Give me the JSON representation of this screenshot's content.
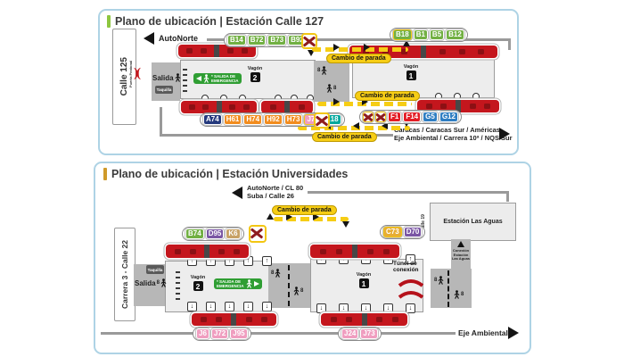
{
  "colors": {
    "panel1_accent": "#8dc63f",
    "panel2_accent": "#cf9a2a",
    "bus_red": "#c4161d",
    "highlight_yellow": "#f6cd15",
    "closed_x_red": "#8e1b1e"
  },
  "panel1": {
    "title": "Plano de ubicación | Estación Calle 127",
    "street_left": "Calle 125",
    "road_top": "AutoNorte",
    "road_bottom_line1": "Caracas / Caracas Sur / Américas",
    "road_bottom_line2": "Eje Ambiental / Carrera 10ª / NQS Sur",
    "change_label": "Cambio de parada",
    "exit_label": "Salida",
    "ticket_label": "Taquilla",
    "gate_label": "Puerta Peatonal",
    "emergency_line1": "* SALIDA DE",
    "emergency_line2": "EMERGENCIA",
    "wagon_word": "Vagón",
    "wagon1_num": "1",
    "wagon2_num": "2",
    "badges_top_left": [
      {
        "label": "B14",
        "bg": "#72b043"
      },
      {
        "label": "B72",
        "bg": "#72b043"
      },
      {
        "label": "B73",
        "bg": "#72b043"
      },
      {
        "label": "B92",
        "bg": "#72b043"
      }
    ],
    "badges_top_right": [
      {
        "label": "B18",
        "bg": "#72b043",
        "hl": true
      },
      {
        "label": "B1",
        "bg": "#72b043"
      },
      {
        "label": "B5",
        "bg": "#72b043"
      },
      {
        "label": "B12",
        "bg": "#72b043"
      }
    ],
    "badges_bottom_left": [
      {
        "label": "A74",
        "bg": "#24397d"
      },
      {
        "label": "H61",
        "bg": "#f28c1e"
      },
      {
        "label": "H74",
        "bg": "#f28c1e"
      },
      {
        "label": "H92",
        "bg": "#f28c1e"
      },
      {
        "label": "H73",
        "bg": "#f28c1e"
      },
      {
        "label": "J70",
        "bg": "#f09ec0",
        "hl": true
      },
      {
        "label": "L18",
        "bg": "#00a79d"
      }
    ],
    "badges_bottom_right": [
      {
        "x": true
      },
      {
        "x": true
      },
      {
        "label": "F1",
        "bg": "#e31d25"
      },
      {
        "label": "F14",
        "bg": "#e31d25"
      },
      {
        "label": "G5",
        "bg": "#2f7ec2"
      },
      {
        "label": "G12",
        "bg": "#2f7ec2"
      }
    ]
  },
  "panel2": {
    "title": "Plano de ubicación | Estación Universidades",
    "street_left": "Carrera 3 - Calle 22",
    "road_top_line1": "AutoNorte / CL 80",
    "road_top_line2": "Suba / Calle 26",
    "road_right": "Eje Ambiental",
    "street_calle19": "Calle 19",
    "las_aguas": "Estación Las Aguas",
    "connection_line1": "Conexión",
    "connection_line2": "Estación",
    "connection_line3": "Las Aguas",
    "tunnel_line1": "Túnel de",
    "tunnel_line2": "conexión",
    "change_label": "Cambio de parada",
    "exit_label": "Salida",
    "ticket_label": "Taquilla",
    "emergency_line1": "* SALIDA DE",
    "emergency_line2": "EMERGENCIA",
    "wagon_word": "Vagón",
    "wagon1_num": "1",
    "wagon2_num": "2",
    "badges_top_left": [
      {
        "label": "B74",
        "bg": "#72b043"
      },
      {
        "label": "D95",
        "bg": "#7a56a4"
      },
      {
        "label": "K6",
        "bg": "#c7a165"
      }
    ],
    "badges_top_right": [
      {
        "label": "C73",
        "bg": "#e7ad33",
        "hl": true
      },
      {
        "label": "D70",
        "bg": "#7a56a4"
      }
    ],
    "badges_bottom_left": [
      {
        "label": "J6",
        "bg": "#f09ec0"
      },
      {
        "label": "J72",
        "bg": "#f09ec0"
      },
      {
        "label": "J95",
        "bg": "#f09ec0"
      }
    ],
    "badges_bottom_right": [
      {
        "label": "J24",
        "bg": "#f09ec0"
      },
      {
        "label": "J73",
        "bg": "#f09ec0"
      }
    ]
  }
}
